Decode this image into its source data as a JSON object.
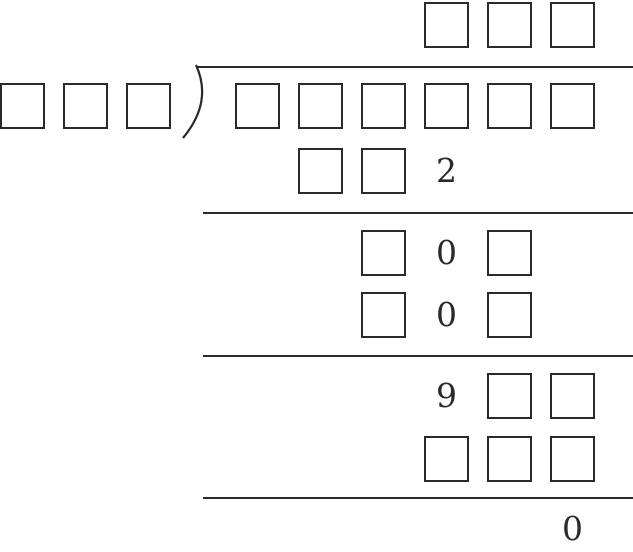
{
  "puzzle": {
    "quotient": [
      null,
      null,
      null
    ],
    "divisor": [
      null,
      null,
      null
    ],
    "dividend": [
      null,
      null,
      null,
      null,
      null,
      null
    ],
    "steps": [
      {
        "row": [
          null,
          null,
          "2"
        ]
      },
      {
        "row": [
          null,
          "0",
          null
        ]
      },
      {
        "row": [
          null,
          "0",
          null
        ]
      },
      {
        "row": [
          "9",
          null,
          null
        ]
      },
      {
        "row": [
          null,
          null,
          null
        ]
      }
    ],
    "remainder": "0"
  },
  "colors": {
    "ink": "#2a2a2a",
    "background": "#ffffff"
  }
}
